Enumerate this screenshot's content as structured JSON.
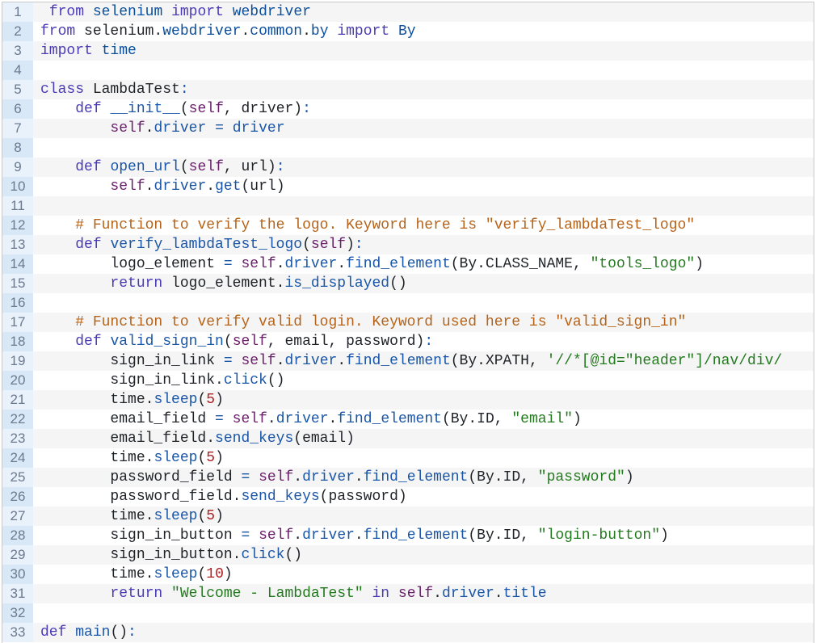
{
  "editor": {
    "colors": {
      "keyword": "#4a3bb5",
      "string": "#237a1e",
      "number": "#b02020",
      "comment": "#b5631a",
      "self": "#6b1e6a",
      "method": "#1a56a8"
    },
    "lines": [
      {
        "n": "1",
        "t": [
          [
            "p",
            " "
          ],
          [
            "k",
            "from"
          ],
          [
            "p",
            " "
          ],
          [
            "k2",
            "selenium"
          ],
          [
            "p",
            " "
          ],
          [
            "k",
            "import"
          ],
          [
            "p",
            " "
          ],
          [
            "k2",
            "webdriver"
          ]
        ]
      },
      {
        "n": "2",
        "t": [
          [
            "k",
            "from"
          ],
          [
            "p",
            " selenium."
          ],
          [
            "k2",
            "webdriver"
          ],
          [
            "p",
            "."
          ],
          [
            "k2",
            "common"
          ],
          [
            "p",
            "."
          ],
          [
            "k2",
            "by"
          ],
          [
            "p",
            " "
          ],
          [
            "k",
            "import"
          ],
          [
            "p",
            " "
          ],
          [
            "k2",
            "By"
          ]
        ]
      },
      {
        "n": "3",
        "t": [
          [
            "k",
            "import"
          ],
          [
            "p",
            " "
          ],
          [
            "k2",
            "time"
          ]
        ]
      },
      {
        "n": "4",
        "t": []
      },
      {
        "n": "5",
        "t": [
          [
            "k",
            "class"
          ],
          [
            "p",
            " LambdaTest"
          ],
          [
            "op",
            ":"
          ]
        ]
      },
      {
        "n": "6",
        "t": [
          [
            "p",
            "    "
          ],
          [
            "k",
            "def"
          ],
          [
            "p",
            " "
          ],
          [
            "f",
            "__init__"
          ],
          [
            "p",
            "("
          ],
          [
            "s",
            "self"
          ],
          [
            "p",
            ", driver)"
          ],
          [
            "op",
            ":"
          ]
        ]
      },
      {
        "n": "7",
        "t": [
          [
            "p",
            "        "
          ],
          [
            "s",
            "self"
          ],
          [
            "p",
            "."
          ],
          [
            "f",
            "driver"
          ],
          [
            "p",
            " "
          ],
          [
            "op",
            "="
          ],
          [
            "p",
            " "
          ],
          [
            "f",
            "driver"
          ]
        ]
      },
      {
        "n": "8",
        "t": []
      },
      {
        "n": "9",
        "t": [
          [
            "p",
            "    "
          ],
          [
            "k",
            "def"
          ],
          [
            "p",
            " "
          ],
          [
            "f",
            "open_url"
          ],
          [
            "p",
            "("
          ],
          [
            "s",
            "self"
          ],
          [
            "p",
            ", url)"
          ],
          [
            "op",
            ":"
          ]
        ]
      },
      {
        "n": "10",
        "t": [
          [
            "p",
            "        "
          ],
          [
            "s",
            "self"
          ],
          [
            "p",
            "."
          ],
          [
            "f",
            "driver"
          ],
          [
            "p",
            "."
          ],
          [
            "f",
            "get"
          ],
          [
            "p",
            "(url)"
          ]
        ]
      },
      {
        "n": "11",
        "t": []
      },
      {
        "n": "12",
        "t": [
          [
            "p",
            "    "
          ],
          [
            "c",
            "# Function to verify the logo. Keyword here is \"verify_lambdaTest_logo\""
          ]
        ]
      },
      {
        "n": "13",
        "t": [
          [
            "p",
            "    "
          ],
          [
            "k",
            "def"
          ],
          [
            "p",
            " "
          ],
          [
            "f",
            "verify_lambdaTest_logo"
          ],
          [
            "p",
            "("
          ],
          [
            "s",
            "self"
          ],
          [
            "p",
            ")"
          ],
          [
            "op",
            ":"
          ]
        ]
      },
      {
        "n": "14",
        "t": [
          [
            "p",
            "        logo_element "
          ],
          [
            "op",
            "="
          ],
          [
            "p",
            " "
          ],
          [
            "s",
            "self"
          ],
          [
            "p",
            "."
          ],
          [
            "f",
            "driver"
          ],
          [
            "p",
            "."
          ],
          [
            "f",
            "find_element"
          ],
          [
            "p",
            "(By.CLASS_NAME, "
          ],
          [
            "str",
            "\"tools_logo\""
          ],
          [
            "p",
            ")"
          ]
        ]
      },
      {
        "n": "15",
        "t": [
          [
            "p",
            "        "
          ],
          [
            "k",
            "return"
          ],
          [
            "p",
            " logo_element."
          ],
          [
            "f",
            "is_displayed"
          ],
          [
            "p",
            "()"
          ]
        ]
      },
      {
        "n": "16",
        "t": []
      },
      {
        "n": "17",
        "t": [
          [
            "p",
            "    "
          ],
          [
            "c",
            "# Function to verify valid login. Keyword used here is \"valid_sign_in\""
          ]
        ]
      },
      {
        "n": "18",
        "t": [
          [
            "p",
            "    "
          ],
          [
            "k",
            "def"
          ],
          [
            "p",
            " "
          ],
          [
            "f",
            "valid_sign_in"
          ],
          [
            "p",
            "("
          ],
          [
            "s",
            "self"
          ],
          [
            "p",
            ", email, password)"
          ],
          [
            "op",
            ":"
          ]
        ]
      },
      {
        "n": "19",
        "t": [
          [
            "p",
            "        sign_in_link "
          ],
          [
            "op",
            "="
          ],
          [
            "p",
            " "
          ],
          [
            "s",
            "self"
          ],
          [
            "p",
            "."
          ],
          [
            "f",
            "driver"
          ],
          [
            "p",
            "."
          ],
          [
            "f",
            "find_element"
          ],
          [
            "p",
            "(By.XPATH, "
          ],
          [
            "str",
            "'//*[@id=\"header\"]/nav/div/"
          ]
        ]
      },
      {
        "n": "20",
        "t": [
          [
            "p",
            "        sign_in_link."
          ],
          [
            "f",
            "click"
          ],
          [
            "p",
            "()"
          ]
        ]
      },
      {
        "n": "21",
        "t": [
          [
            "p",
            "        time."
          ],
          [
            "f",
            "sleep"
          ],
          [
            "p",
            "("
          ],
          [
            "num",
            "5"
          ],
          [
            "p",
            ")"
          ]
        ]
      },
      {
        "n": "22",
        "t": [
          [
            "p",
            "        email_field "
          ],
          [
            "op",
            "="
          ],
          [
            "p",
            " "
          ],
          [
            "s",
            "self"
          ],
          [
            "p",
            "."
          ],
          [
            "f",
            "driver"
          ],
          [
            "p",
            "."
          ],
          [
            "f",
            "find_element"
          ],
          [
            "p",
            "(By.ID, "
          ],
          [
            "str",
            "\"email\""
          ],
          [
            "p",
            ")"
          ]
        ]
      },
      {
        "n": "23",
        "t": [
          [
            "p",
            "        email_field."
          ],
          [
            "f",
            "send_keys"
          ],
          [
            "p",
            "(email)"
          ]
        ]
      },
      {
        "n": "24",
        "t": [
          [
            "p",
            "        time."
          ],
          [
            "f",
            "sleep"
          ],
          [
            "p",
            "("
          ],
          [
            "num",
            "5"
          ],
          [
            "p",
            ")"
          ]
        ]
      },
      {
        "n": "25",
        "t": [
          [
            "p",
            "        password_field "
          ],
          [
            "op",
            "="
          ],
          [
            "p",
            " "
          ],
          [
            "s",
            "self"
          ],
          [
            "p",
            "."
          ],
          [
            "f",
            "driver"
          ],
          [
            "p",
            "."
          ],
          [
            "f",
            "find_element"
          ],
          [
            "p",
            "(By.ID, "
          ],
          [
            "str",
            "\"password\""
          ],
          [
            "p",
            ")"
          ]
        ]
      },
      {
        "n": "26",
        "t": [
          [
            "p",
            "        password_field."
          ],
          [
            "f",
            "send_keys"
          ],
          [
            "p",
            "(password)"
          ]
        ]
      },
      {
        "n": "27",
        "t": [
          [
            "p",
            "        time."
          ],
          [
            "f",
            "sleep"
          ],
          [
            "p",
            "("
          ],
          [
            "num",
            "5"
          ],
          [
            "p",
            ")"
          ]
        ]
      },
      {
        "n": "28",
        "t": [
          [
            "p",
            "        sign_in_button "
          ],
          [
            "op",
            "="
          ],
          [
            "p",
            " "
          ],
          [
            "s",
            "self"
          ],
          [
            "p",
            "."
          ],
          [
            "f",
            "driver"
          ],
          [
            "p",
            "."
          ],
          [
            "f",
            "find_element"
          ],
          [
            "p",
            "(By.ID, "
          ],
          [
            "str",
            "\"login-button\""
          ],
          [
            "p",
            ")"
          ]
        ]
      },
      {
        "n": "29",
        "t": [
          [
            "p",
            "        sign_in_button."
          ],
          [
            "f",
            "click"
          ],
          [
            "p",
            "()"
          ]
        ]
      },
      {
        "n": "30",
        "t": [
          [
            "p",
            "        time."
          ],
          [
            "f",
            "sleep"
          ],
          [
            "p",
            "("
          ],
          [
            "num",
            "10"
          ],
          [
            "p",
            ")"
          ]
        ]
      },
      {
        "n": "31",
        "t": [
          [
            "p",
            "        "
          ],
          [
            "k",
            "return"
          ],
          [
            "p",
            " "
          ],
          [
            "str",
            "\"Welcome - LambdaTest\""
          ],
          [
            "p",
            " "
          ],
          [
            "k",
            "in"
          ],
          [
            "p",
            " "
          ],
          [
            "s",
            "self"
          ],
          [
            "p",
            "."
          ],
          [
            "f",
            "driver"
          ],
          [
            "p",
            "."
          ],
          [
            "f",
            "title"
          ]
        ]
      },
      {
        "n": "32",
        "t": []
      },
      {
        "n": "33",
        "t": [
          [
            "k",
            "def"
          ],
          [
            "p",
            " "
          ],
          [
            "f",
            "main"
          ],
          [
            "p",
            "()"
          ],
          [
            "op",
            ":"
          ]
        ]
      }
    ]
  }
}
